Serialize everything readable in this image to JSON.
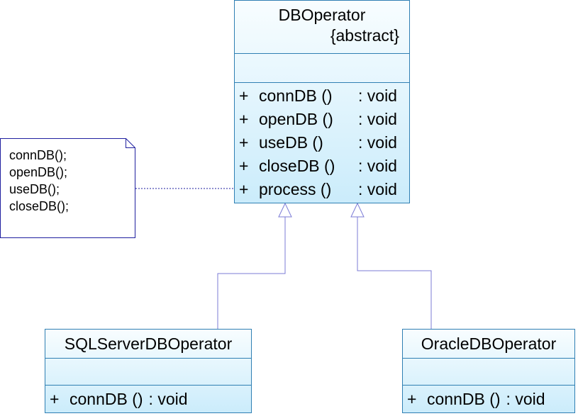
{
  "diagram": {
    "classes": {
      "dboperator": {
        "name": "DBOperator",
        "stereotype": "{abstract}",
        "operations": [
          {
            "visibility": "+",
            "name": "connDB ()",
            "type": ": void"
          },
          {
            "visibility": "+",
            "name": "openDB ()",
            "type": ": void"
          },
          {
            "visibility": "+",
            "name": "useDB ()",
            "type": ": void"
          },
          {
            "visibility": "+",
            "name": "closeDB ()",
            "type": ": void"
          },
          {
            "visibility": "+",
            "name": "process ()",
            "type": ": void"
          }
        ]
      },
      "sqlserver": {
        "name": "SQLServerDBOperator",
        "operations": [
          {
            "visibility": "+",
            "name": "connDB ()",
            "type": ": void"
          }
        ]
      },
      "oracle": {
        "name": "OracleDBOperator",
        "operations": [
          {
            "visibility": "+",
            "name": "connDB ()",
            "type": ": void"
          }
        ]
      }
    },
    "note": {
      "lines": [
        "connDB();",
        "openDB();",
        "useDB();",
        "closeDB();"
      ]
    },
    "relationships": [
      {
        "type": "generalization",
        "from": "SQLServerDBOperator",
        "to": "DBOperator"
      },
      {
        "type": "generalization",
        "from": "OracleDBOperator",
        "to": "DBOperator"
      },
      {
        "type": "note-anchor",
        "from": "note",
        "to": "process ()"
      }
    ],
    "colors": {
      "class_border": "#2f7fb3",
      "class_fill_top": "#f8fdff",
      "class_fill_bottom": "#cbecfb",
      "connector": "#7b7bd6",
      "note_border": "#1f1f9f"
    }
  }
}
